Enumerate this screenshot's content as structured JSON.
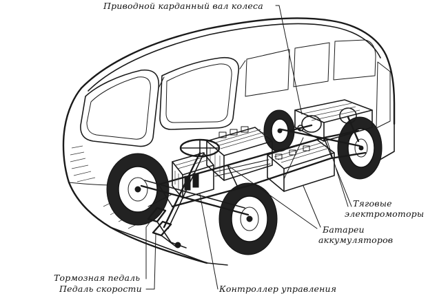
{
  "labels": {
    "drive_shaft": "Приводной карданный вал колеса",
    "traction_motors_line1": "Тяговые",
    "traction_motors_line2": "электромоторы",
    "batteries_line1": "Батареи",
    "batteries_line2": "аккумуляторов",
    "brake_pedal": "Тормозная педаль",
    "speed_pedal": "Педаль скорости",
    "controller": "Контроллер управления"
  }
}
